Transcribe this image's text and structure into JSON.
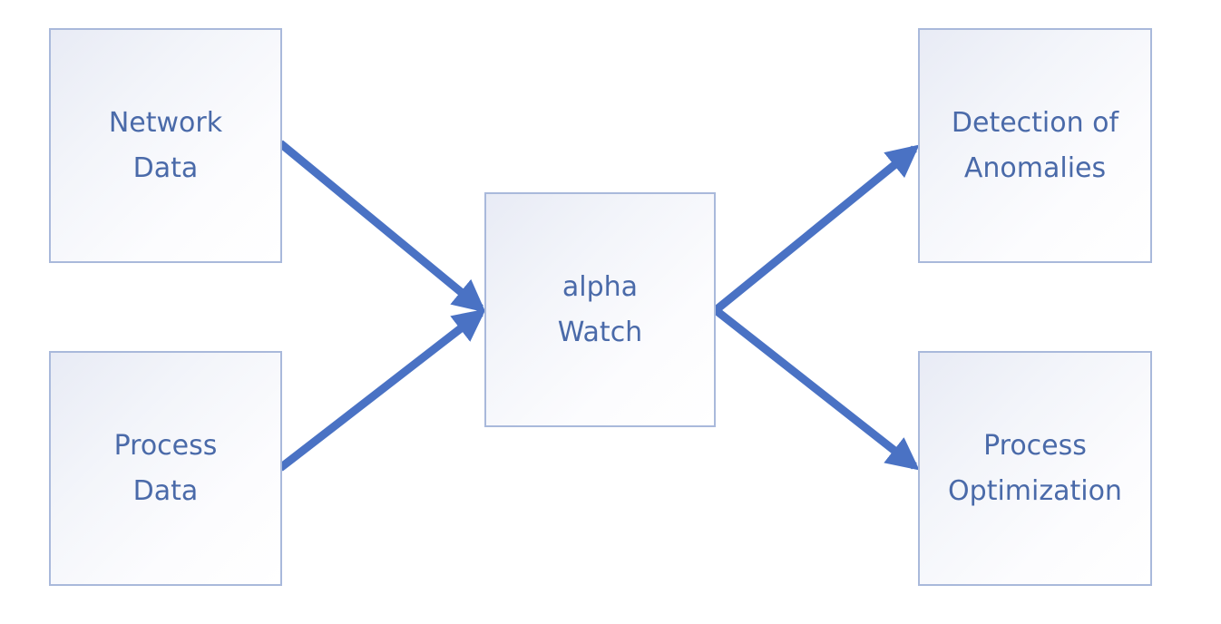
{
  "diagram": {
    "nodes": [
      {
        "id": "network",
        "lines": [
          "Network",
          "Data"
        ]
      },
      {
        "id": "process",
        "lines": [
          "Process",
          "Data"
        ]
      },
      {
        "id": "alpha",
        "lines": [
          "alpha",
          "Watch"
        ]
      },
      {
        "id": "detection",
        "lines": [
          "Detection of",
          "Anomalies"
        ]
      },
      {
        "id": "optimization",
        "lines": [
          "Process",
          "Optimization"
        ]
      }
    ],
    "edges": [
      {
        "from": "network",
        "to": "alpha"
      },
      {
        "from": "process",
        "to": "alpha"
      },
      {
        "from": "alpha",
        "to": "detection"
      },
      {
        "from": "alpha",
        "to": "optimization"
      }
    ],
    "colors": {
      "arrow": "#4a72c4",
      "box_border": "#a9b9db",
      "text": "#4a6aa9"
    }
  },
  "labels": {
    "network": "Network\nData",
    "process": "Process\nData",
    "alpha": "alpha\nWatch",
    "detection": "Detection of\nAnomalies",
    "optimization": "Process\nOptimization"
  }
}
